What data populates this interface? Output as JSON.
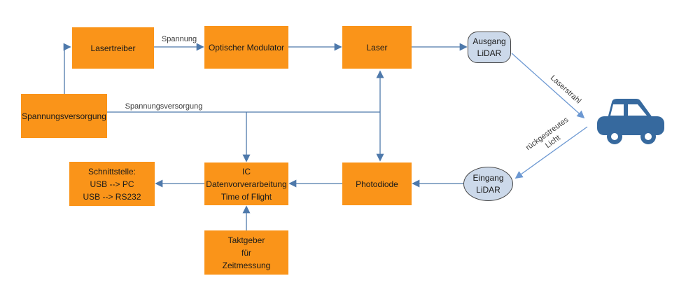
{
  "nodes": {
    "lasertreiber": {
      "label": "Lasertreiber"
    },
    "optischer_modulator": {
      "label": "Optischer Modulator"
    },
    "laser": {
      "label": "Laser"
    },
    "spannungsversorgung": {
      "label": "Spannungsversorgung"
    },
    "schnittstelle": {
      "label": "Schnittstelle:\nUSB --> PC\nUSB --> RS232"
    },
    "ic": {
      "label": "IC\nDatenvorverarbeitung\nTime of Flight"
    },
    "photodiode": {
      "label": "Photodiode"
    },
    "taktgeber": {
      "label": "Taktgeber\nfür\nZeitmessung"
    },
    "ausgang_lidar": {
      "label": "Ausgang\nLiDAR"
    },
    "eingang_lidar": {
      "label": "Eingang\nLiDAR"
    }
  },
  "edge_labels": {
    "spannung": "Spannung",
    "spannungsversorgung": "Spannungsversorgung",
    "laserstrahl": "Laserstrahl",
    "rueckgestreutes_licht": "rückgestreutes\nLicht"
  },
  "icons": {
    "car": "car-icon"
  },
  "colors": {
    "box_fill": "#FA9419",
    "box_text": "#1A1A1A",
    "line_dark": "#4E79AB",
    "line_light": "#6C98D2",
    "terminal_fill": "#CCD9EA",
    "terminal_stroke": "#474747",
    "car_blue": "#36699E",
    "label_text": "#3B3B3B"
  }
}
